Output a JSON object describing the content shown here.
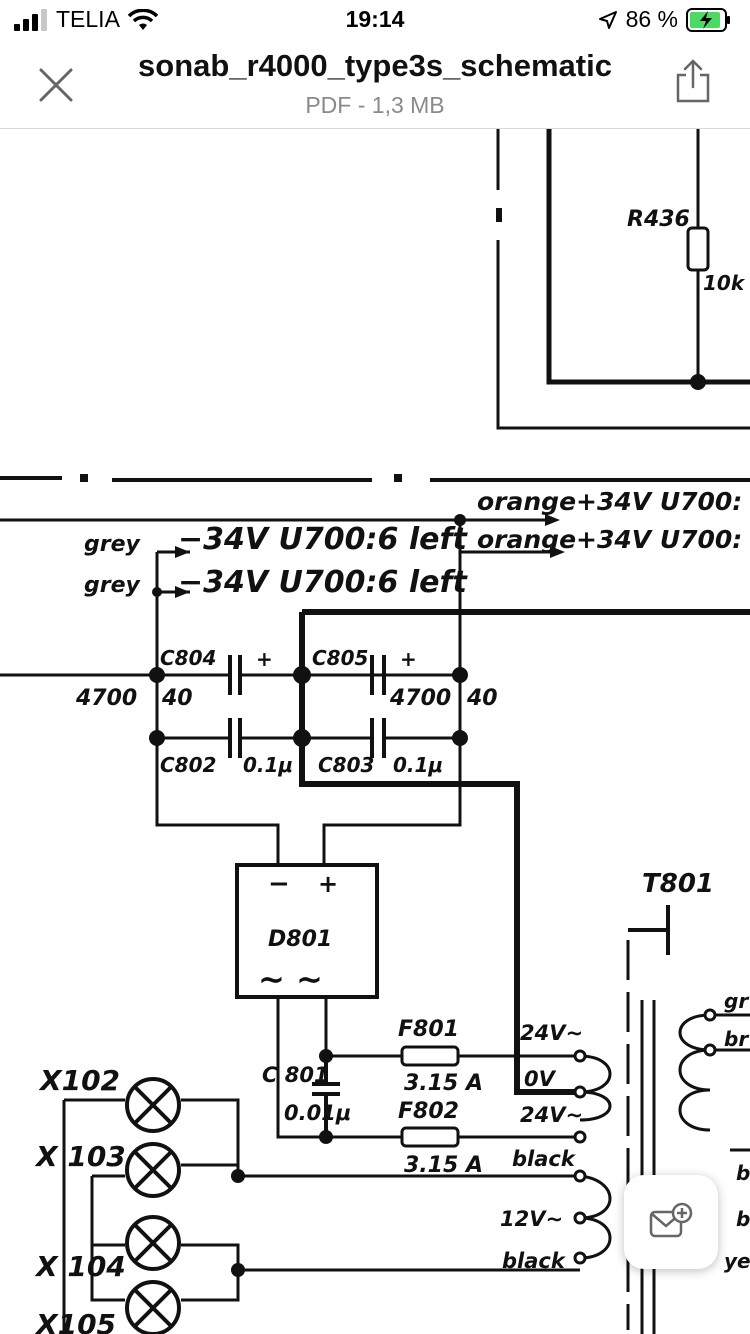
{
  "status": {
    "carrier": "TELIA",
    "time": "19:14",
    "battery": "86 %",
    "signal-bars": 3,
    "accent": "#4cd964"
  },
  "nav": {
    "title": "sonab_r4000_type3s_schematic",
    "subtitle": "PDF - 1,3 MB",
    "close_icon": "close-icon",
    "share_icon": "share-icon"
  },
  "schematic": {
    "r436": "R436",
    "r436_val": "10k",
    "orange1": "orange+34V U700:",
    "orange2": "orange+34V U700:",
    "grey1": "grey",
    "grey2": "grey",
    "neg1": "−34V U700:6 left",
    "neg2": "−34V U700:6 left",
    "c804": "C804",
    "c805": "C805",
    "c802": "C802",
    "c803": "C803",
    "plus": "+",
    "v4700a": "4700",
    "v40a": "40",
    "v4700b": "4700",
    "v40b": "40",
    "v01a": "0.1μ",
    "v01b": "0.1μ",
    "d801": "D801",
    "minus_sign": "−",
    "ac_sym": "∼ ∼",
    "t801": "T801",
    "f801": "F801",
    "f802": "F802",
    "f801_val": "3.15 A",
    "f802_val": "3.15 A",
    "c801": "C 801",
    "c801_val": "0.01μ",
    "v24a": "24V∼",
    "v0": "0V",
    "v24b": "24V∼",
    "black1": "black",
    "v12": "12V∼",
    "black2": "black",
    "x102": "X102",
    "x103": "X 103",
    "x104": "X 104",
    "x105": "X105",
    "gr": "gr",
    "br": "br",
    "ye": "ye",
    "b1": "b",
    "b2": "b"
  },
  "fab": {
    "icon": "mail-add-icon"
  }
}
